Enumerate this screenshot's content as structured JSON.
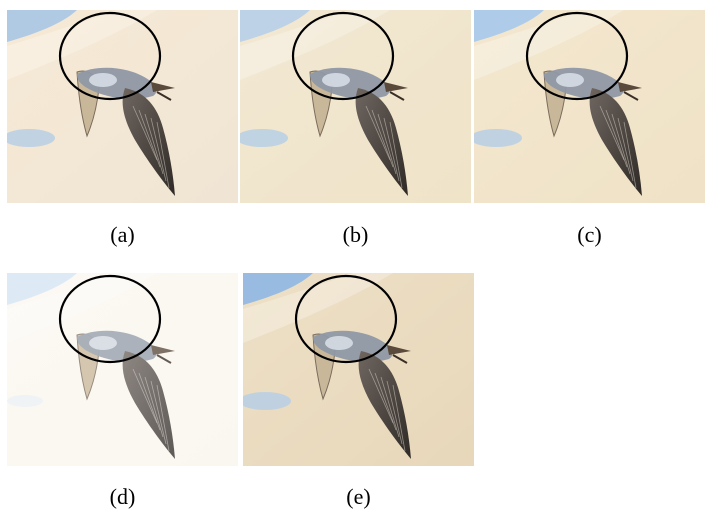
{
  "figure": {
    "panels": [
      {
        "label": "(a)",
        "variant": "a",
        "sky": "#a9c6e6",
        "sand": "#f0e4d4",
        "tint": "#f6ead6",
        "brightness": 1.0
      },
      {
        "label": "(b)",
        "variant": "b",
        "sky": "#b7cfe8",
        "sand": "#efe3c8",
        "tint": "#f2e8d2",
        "brightness": 1.0
      },
      {
        "label": "(c)",
        "variant": "c",
        "sky": "#a6c9ec",
        "sand": "#efe2c6",
        "tint": "#f3e7cf",
        "brightness": 1.0
      },
      {
        "label": "(d)",
        "variant": "d",
        "sky": "#cfe2f3",
        "sand": "#f9f5ec",
        "tint": "#fbf8f1",
        "brightness": 1.15
      },
      {
        "label": "(e)",
        "variant": "e",
        "sky": "#8fb7e4",
        "sand": "#e8d7ba",
        "tint": "#ede0c6",
        "brightness": 0.95
      }
    ],
    "colors": {
      "circle": "#000000",
      "wing_dark": "#2f2a26",
      "wing_mid": "#6f6660",
      "wing_light": "#c9b79a",
      "body": "#8f98a5",
      "water": "#b7cfe5"
    }
  }
}
